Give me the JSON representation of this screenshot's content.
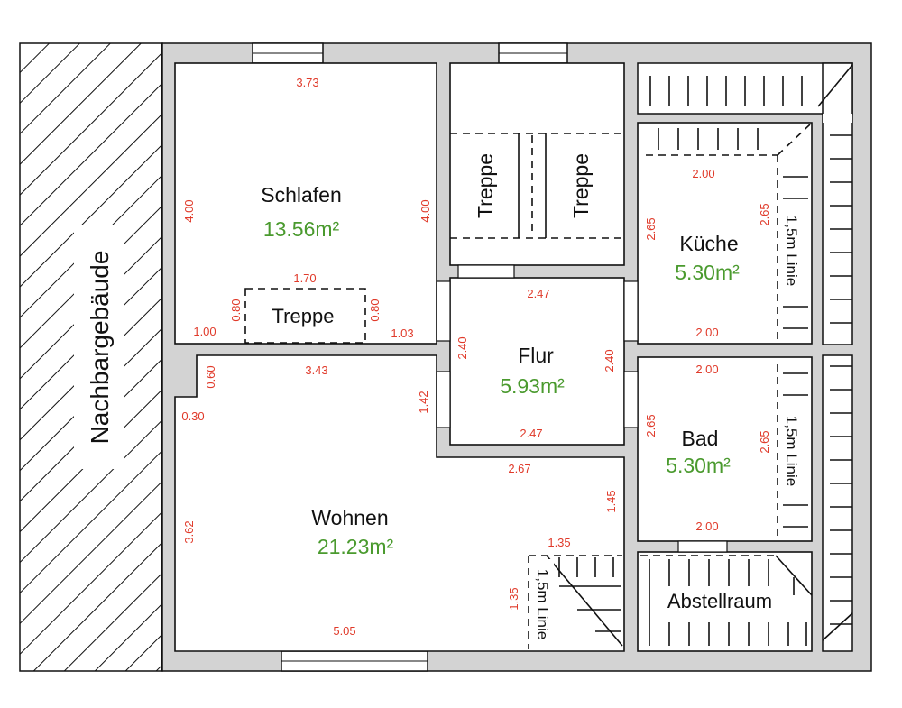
{
  "neighbor_label": "Nachbargebäude",
  "rooms": {
    "schlafen": {
      "name": "Schlafen",
      "area": "13.56m²"
    },
    "wohnen": {
      "name": "Wohnen",
      "area": "21.23m²"
    },
    "flur": {
      "name": "Flur",
      "area": "5.93m²"
    },
    "kueche": {
      "name": "Küche",
      "area": "5.30m²"
    },
    "bad": {
      "name": "Bad",
      "area": "5.30m²"
    },
    "abstellraum": {
      "name": "Abstellraum"
    }
  },
  "stairs": {
    "treppe_small": "Treppe",
    "treppe_left": "Treppe",
    "treppe_right": "Treppe"
  },
  "linie": {
    "kueche": "1,5m Linie",
    "bad": "1,5m Linie",
    "wohnen": "1,5m Linie"
  },
  "dimensions": {
    "schlafen_top": "3.73",
    "schlafen_left": "4.00",
    "schlafen_right": "4.00",
    "treppe_width": "1.70",
    "treppe_left_h": "0.80",
    "treppe_right_h": "0.80",
    "schlafen_bottom_left": "1.00",
    "schlafen_bottom_right": "1.03",
    "flur_top": "2.47",
    "flur_left": "2.40",
    "flur_right": "2.40",
    "flur_bottom": "2.47",
    "kueche_top": "2.00",
    "kueche_left": "2.65",
    "kueche_right": "2.65",
    "kueche_bottom": "2.00",
    "bad_top": "2.00",
    "bad_left": "2.65",
    "bad_right": "2.65",
    "bad_bottom": "2.00",
    "wohnen_notch_v": "0.60",
    "wohnen_top": "3.43",
    "wohnen_notch_h": "0.30",
    "wohnen_right_upper": "1.42",
    "wohnen_step": "2.67",
    "wohnen_right_lower": "1.45",
    "wohnen_left": "3.62",
    "wohnen_bottom": "5.05",
    "stair_corner_w": "1.35",
    "stair_corner_h": "1.35"
  },
  "colors": {
    "wall": "#d3d3d3",
    "dimension": "#e03a2a",
    "area": "#4a9a2e"
  }
}
